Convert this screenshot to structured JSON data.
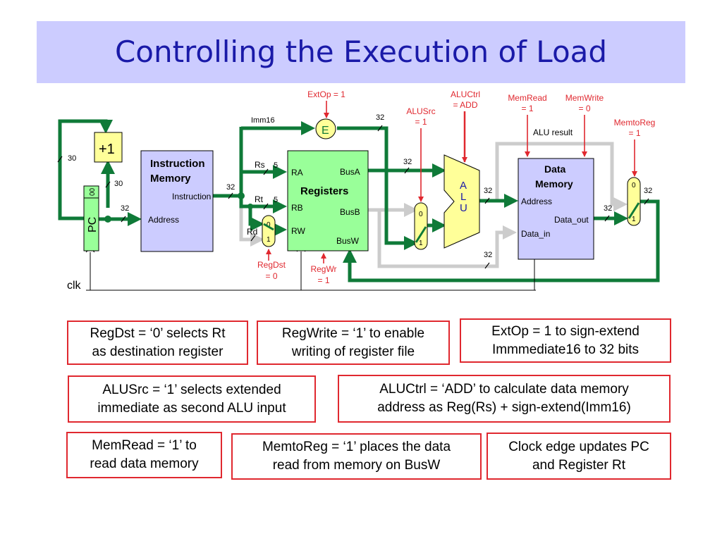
{
  "title": "Controlling the Execution of Load",
  "diagram": {
    "plus_one": "+1",
    "pc_bits": "00",
    "pc": "PC",
    "clk": "clk",
    "imem_title1": "Instruction",
    "imem_title2": "Memory",
    "imem_instruction": "Instruction",
    "imem_address": "Address",
    "regs_title": "Registers",
    "ra": "RA",
    "rb": "RB",
    "rw": "RW",
    "busa": "BusA",
    "busb": "BusB",
    "busw": "BusW",
    "rs": "Rs",
    "rt": "Rt",
    "rd": "Rd",
    "w5": "5",
    "w30": "30",
    "w32": "32",
    "imm16": "Imm16",
    "ext": "E",
    "alu1": "A",
    "alu2": "L",
    "alu3": "U",
    "dmem_title1": "Data",
    "dmem_title2": "Memory",
    "dmem_address": "Address",
    "dmem_dataout": "Data_out",
    "dmem_datain": "Data_in",
    "alu_result": "ALU result",
    "mux0": "0",
    "mux1": "1",
    "extop1": "ExtOp = 1",
    "aluctrl1": "ALUCtrl",
    "aluctrl2": "= ADD",
    "alusrc1": "ALUSrc",
    "alusrc2": "= 1",
    "memread1": "MemRead",
    "memread2": "= 1",
    "memwrite1": "MemWrite",
    "memwrite2": "= 0",
    "memtoreg1": "MemtoReg",
    "memtoreg2": "= 1",
    "regdst1": "RegDst",
    "regdst2": "= 0",
    "regwr1": "RegWr",
    "regwr2": "= 1"
  },
  "notes": {
    "regdst": [
      "RegDst = ‘0’ selects Rt",
      "as destination register"
    ],
    "regwrite": [
      "RegWrite = ‘1’ to enable",
      "writing of register file"
    ],
    "extop": [
      "ExtOp = 1 to sign-extend",
      "Immmediate16 to 32 bits"
    ],
    "alusrc": [
      "ALUSrc = ‘1’ selects extended",
      "immediate as second ALU input"
    ],
    "aluctrl": [
      "ALUCtrl = ‘ADD’ to calculate data memory",
      "address as Reg(Rs) + sign-extend(Imm16)"
    ],
    "memread": [
      "MemRead = ‘1’ to",
      "read data memory"
    ],
    "memtoreg": [
      "MemtoReg = ‘1’ places the data",
      "read from memory on BusW"
    ],
    "clock": [
      "Clock edge updates PC",
      "and Register Rt"
    ]
  },
  "colors": {
    "green_path": "#0f7a38",
    "grey_path": "#cccccc",
    "control": "#e0282f",
    "mem_fill": "#ccccff",
    "reg_fill": "#99ff99",
    "alu_fill": "#ffff99",
    "title_bg": "#ccccff"
  }
}
